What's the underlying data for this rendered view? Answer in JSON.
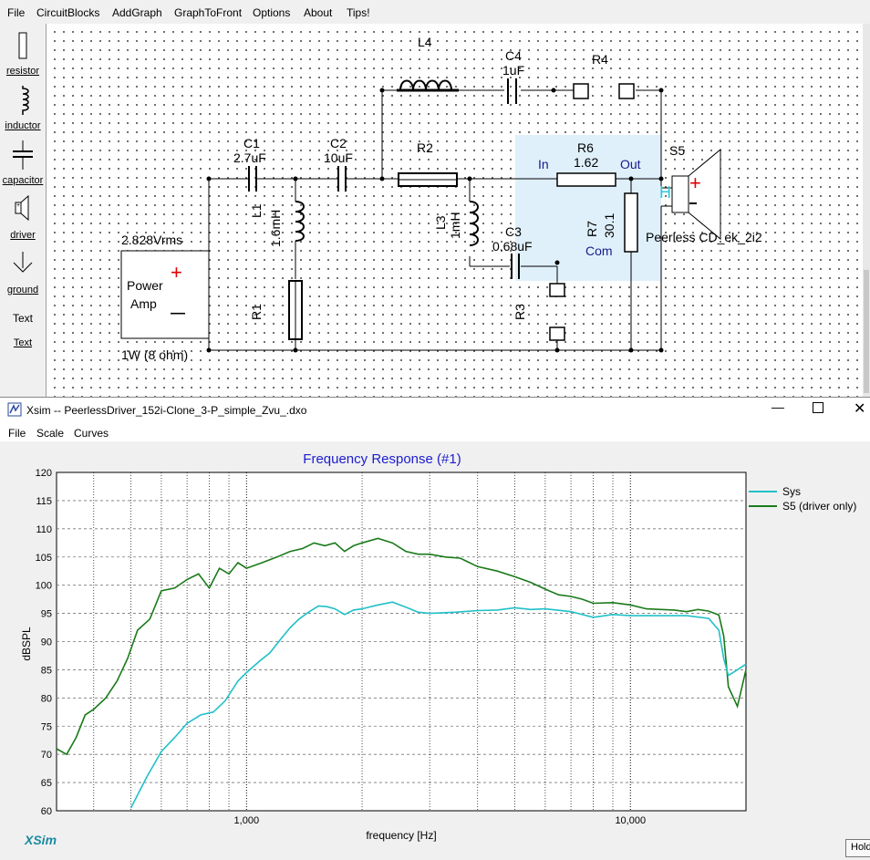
{
  "menubar": {
    "items": [
      "File",
      "CircuitBlocks",
      "AddGraph",
      "GraphToFront",
      "Options",
      "About",
      "Tips!"
    ]
  },
  "toolbox": {
    "items": [
      {
        "label": "resistor",
        "icon": "resistor-icon"
      },
      {
        "label": "inductor",
        "icon": "inductor-icon"
      },
      {
        "label": "capacitor",
        "icon": "capacitor-icon"
      },
      {
        "label": "driver",
        "icon": "speaker-icon"
      },
      {
        "label": "ground",
        "icon": "ground-icon"
      },
      {
        "label": "Text",
        "icon": "text-icon"
      }
    ]
  },
  "schematic": {
    "amp_voltage": "2.828Vrms",
    "amp_label_1": "Power",
    "amp_label_2": "Amp",
    "amp_plus": "+",
    "amp_minus": "—",
    "amp_power": "1W (8 ohm)",
    "c1_name": "C1",
    "c1_value": "2.7uF",
    "c2_name": "C2",
    "c2_value": "10uF",
    "l1_name": "L1",
    "l1_value": "1.6mH",
    "r1_name": "R1",
    "l4_name": "L4",
    "c4_name": "C4",
    "c4_value": "1uF",
    "r4_name": "R4",
    "r2_name": "R2",
    "l3_name": "L3",
    "l3_value": "1mH",
    "c3_name": "C3",
    "c3_value": "0.68uF",
    "r3_name": "R3",
    "r6_name": "R6",
    "r6_value": "1.62",
    "r7_name": "R7",
    "r7_value": "30.1",
    "pad_in": "In",
    "pad_out": "Out",
    "pad_com": "Com",
    "s5_name": "S5",
    "driver_name": "Peerless CD_ek_2i2",
    "driver_plus": "+",
    "driver_h": "H",
    "colors": {
      "wire": "#000000",
      "pad_fill": "#dff0fb",
      "pad_text": "#1a1a8a",
      "plus_red": "#e00000",
      "h_cyan": "#30c8d8"
    }
  },
  "xsim": {
    "window_title": "Xsim -- PeerlessDriver_152i-Clone_3-P_simple_Zvu_.dxo",
    "menu": [
      "File",
      "Scale",
      "Curves"
    ],
    "brand": "XSim",
    "hold_button": "Hold"
  },
  "chart_data": {
    "type": "line",
    "title": "Frequency Response (#1)",
    "xlabel": "frequency [Hz]",
    "ylabel": "dBSPL",
    "xscale": "log",
    "xlim": [
      320,
      20000
    ],
    "ylim": [
      60,
      120
    ],
    "ytick_labels": [
      "120",
      "115",
      "110",
      "105",
      "100",
      "95",
      "90",
      "85",
      "80",
      "75",
      "70",
      "65",
      "60"
    ],
    "xtick_labels": [
      "1,000",
      "10,000"
    ],
    "grid": true,
    "legend_position": "right",
    "series": [
      {
        "name": "Sys",
        "color": "#20c0c8",
        "x": [
          500,
          550,
          600,
          650,
          700,
          760,
          820,
          880,
          950,
          1000,
          1080,
          1150,
          1230,
          1300,
          1370,
          1450,
          1540,
          1620,
          1700,
          1800,
          1900,
          2000,
          2200,
          2400,
          2600,
          2800,
          3000,
          3500,
          4000,
          4500,
          5000,
          5500,
          6000,
          7000,
          8000,
          9000,
          10000,
          12000,
          14000,
          16000,
          17000,
          17500,
          18000,
          19000,
          20000
        ],
        "y": [
          60.5,
          66,
          70.5,
          73,
          75.5,
          77,
          77.5,
          79.5,
          83,
          84.5,
          86.5,
          88,
          90.5,
          92.5,
          94,
          95.2,
          96.3,
          96.2,
          95.8,
          94.8,
          95.6,
          95.8,
          96.5,
          97,
          96.1,
          95.2,
          95,
          95.2,
          95.5,
          95.6,
          96,
          95.7,
          95.8,
          95.3,
          94.3,
          94.8,
          94.6,
          94.6,
          94.6,
          94.1,
          92,
          87,
          84,
          85,
          86
        ]
      },
      {
        "name": "S5 (driver only)",
        "color": "#1a7a1a",
        "x": [
          320,
          340,
          360,
          380,
          400,
          430,
          460,
          490,
          520,
          560,
          600,
          650,
          700,
          750,
          800,
          850,
          900,
          950,
          1000,
          1100,
          1200,
          1300,
          1400,
          1500,
          1600,
          1700,
          1800,
          1900,
          2000,
          2200,
          2400,
          2600,
          2800,
          3000,
          3300,
          3600,
          4000,
          4500,
          5000,
          5500,
          6000,
          6500,
          7000,
          7500,
          8000,
          9000,
          10000,
          11000,
          12000,
          13000,
          14000,
          15000,
          16000,
          17000,
          17500,
          18000,
          19000,
          20000
        ],
        "y": [
          71,
          70,
          73,
          77,
          78,
          80,
          83,
          87,
          92,
          94,
          99,
          99.5,
          101,
          102,
          99.5,
          103,
          102,
          104,
          103,
          104,
          105,
          106,
          106.5,
          107.5,
          107,
          107.5,
          106,
          107,
          107.5,
          108.3,
          107.5,
          106,
          105.5,
          105.5,
          105,
          104.8,
          103.3,
          102.5,
          101.5,
          100.5,
          99.3,
          98.3,
          98,
          97.5,
          96.8,
          96.9,
          96.5,
          95.8,
          95.7,
          95.6,
          95.3,
          95.7,
          95.4,
          94.7,
          91,
          82,
          78.5,
          85
        ]
      }
    ]
  }
}
